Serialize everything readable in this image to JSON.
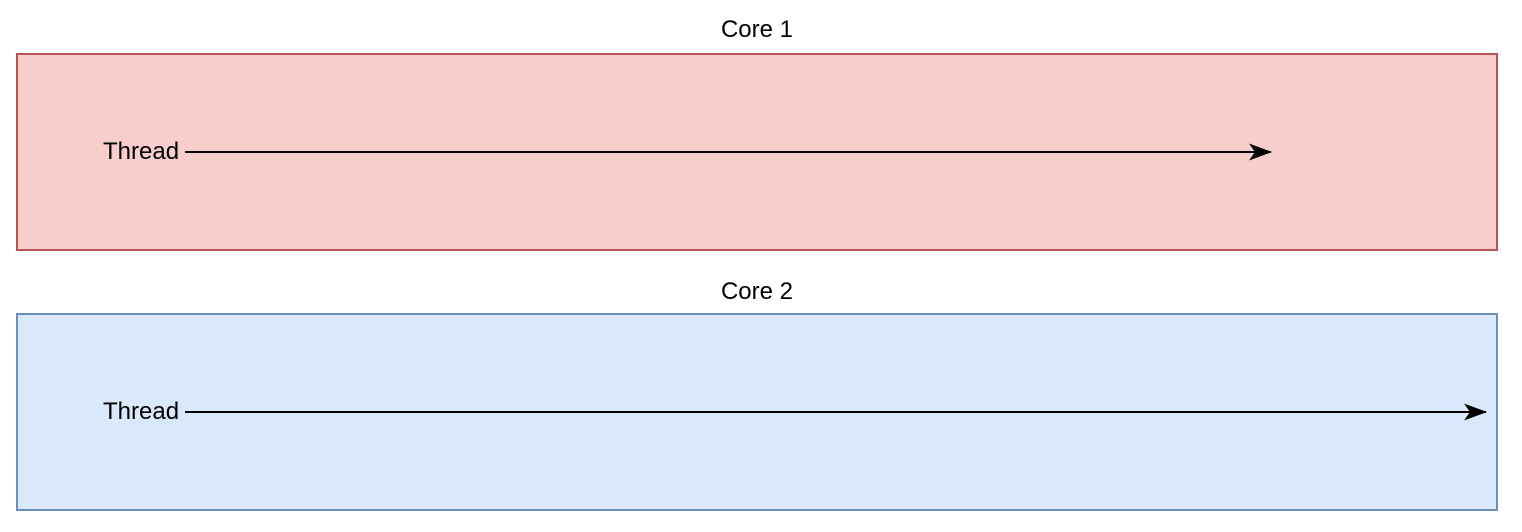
{
  "diagram": {
    "background": "#ffffff",
    "arrow_color": "#000000",
    "text_color": "#000000",
    "cores": [
      {
        "label": "Core 1",
        "thread_label": "Thread",
        "fill": "#f8cecc",
        "stroke": "#b85450",
        "arrow_full_width": false
      },
      {
        "label": "Core 2",
        "thread_label": "Thread",
        "fill": "#dae8fc",
        "stroke": "#6c8ebf",
        "arrow_full_width": true
      }
    ]
  }
}
